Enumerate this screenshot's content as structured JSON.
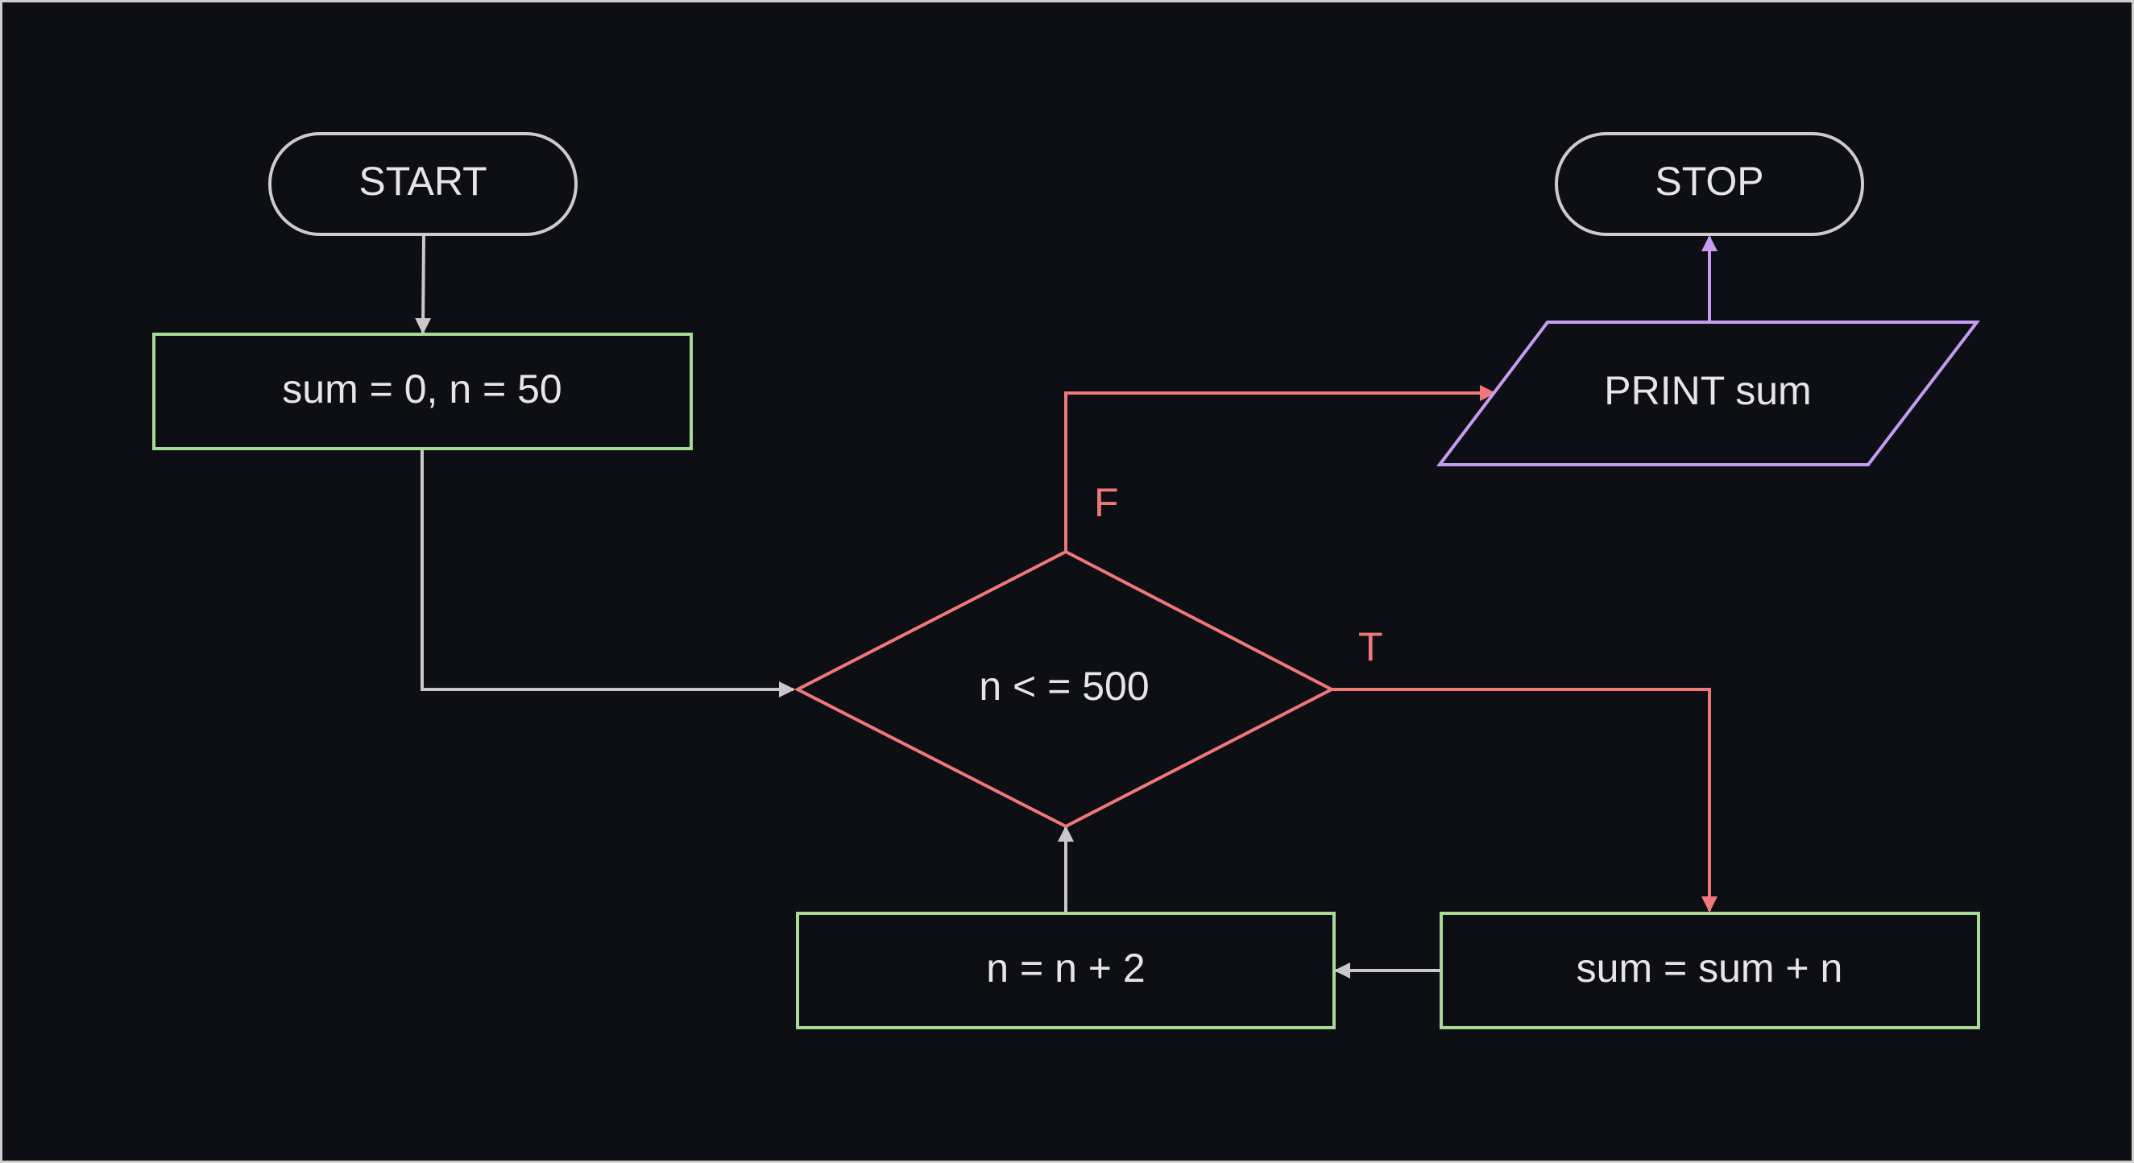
{
  "diagram": {
    "type": "flowchart",
    "colors": {
      "background": "#0e0f15",
      "border": "#cfcfcf",
      "terminal": "#cccccc",
      "process": "#a6da95",
      "decision": "#f07878",
      "io": "#c69cf2",
      "edge_default": "#c8c8c8",
      "text": "#e6e6e6"
    },
    "nodes": {
      "start": {
        "label": "START",
        "shape": "terminal"
      },
      "init": {
        "label": "sum = 0, n = 50",
        "shape": "process"
      },
      "decision": {
        "label": "n < = 500",
        "shape": "decision"
      },
      "print": {
        "label": "PRINT sum",
        "shape": "io"
      },
      "stop": {
        "label": "STOP",
        "shape": "terminal"
      },
      "add": {
        "label": "sum = sum + n",
        "shape": "process"
      },
      "increment": {
        "label": "n = n + 2",
        "shape": "process"
      }
    },
    "edges": [
      {
        "from": "start",
        "to": "init",
        "label": ""
      },
      {
        "from": "init",
        "to": "decision",
        "label": ""
      },
      {
        "from": "decision",
        "to": "print",
        "label": "F"
      },
      {
        "from": "decision",
        "to": "add",
        "label": "T"
      },
      {
        "from": "print",
        "to": "stop",
        "label": ""
      },
      {
        "from": "add",
        "to": "increment",
        "label": ""
      },
      {
        "from": "increment",
        "to": "decision",
        "label": ""
      }
    ],
    "edge_labels": {
      "false": "F",
      "true": "T"
    }
  }
}
